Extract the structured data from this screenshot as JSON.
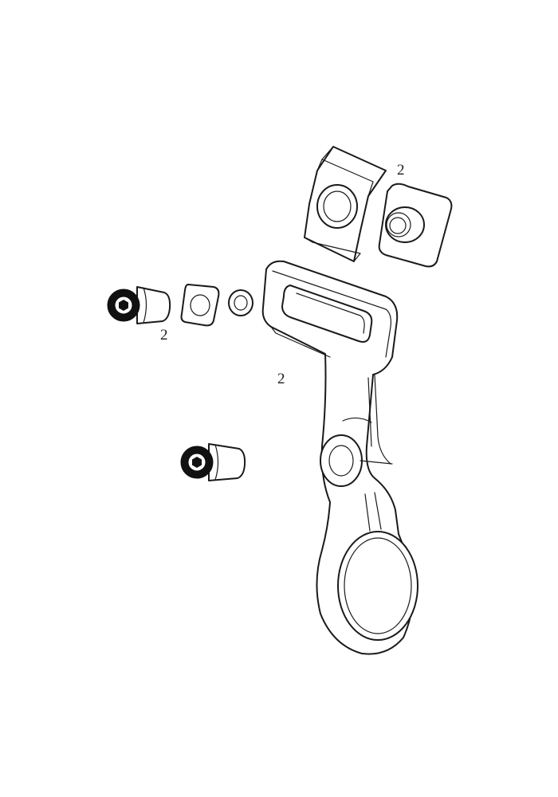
{
  "callouts": {
    "clamp_pad": "2",
    "bolt_upper": "2",
    "mount_arm": "2"
  },
  "colors": {
    "line": "#1a1a1a",
    "background": "#ffffff"
  }
}
